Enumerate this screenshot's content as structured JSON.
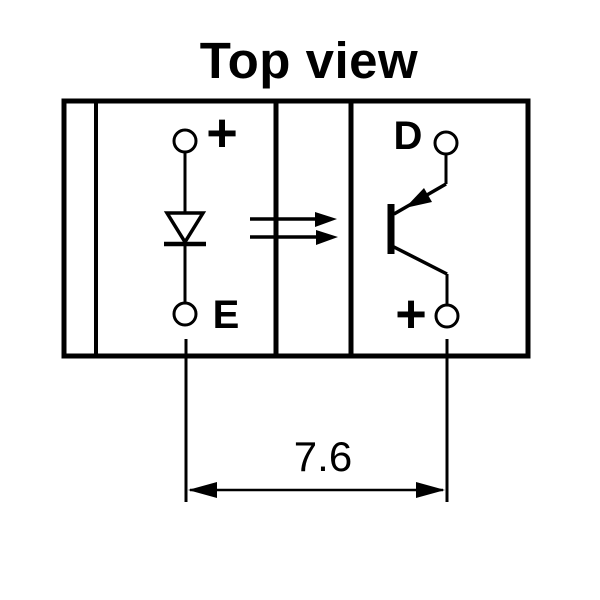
{
  "diagram": {
    "title": "Top view",
    "led_section": {
      "anode_label": "+",
      "cathode_label": "E"
    },
    "output_section": {
      "drain_label": "D",
      "plus_label": "+"
    },
    "dimension": {
      "pin_pitch": "7.6"
    },
    "colors": {
      "line": "#000000",
      "background": "#ffffff"
    }
  }
}
